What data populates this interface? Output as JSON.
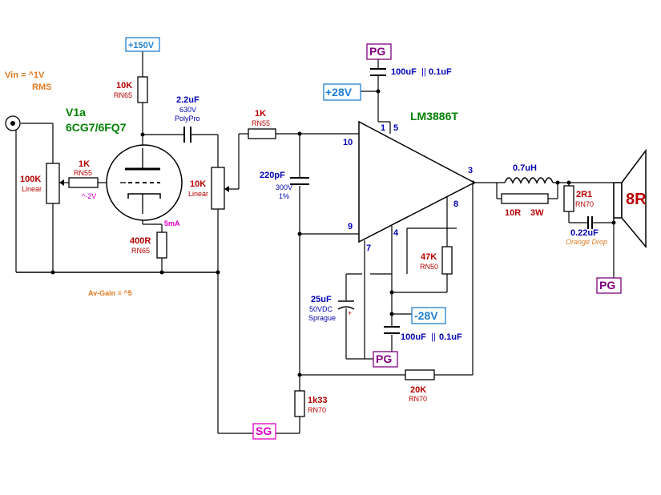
{
  "labels": {
    "vin_line1": "Vin = ^1V",
    "vin_line2": "RMS",
    "tube_name": "V1a",
    "tube_type": "6CG7/6FQ7",
    "supply_plus150": "+150V",
    "r_plate_value": "10K",
    "r_plate_type": "RN65",
    "c_couple_value": "2.2uF",
    "c_couple_volt": "630V",
    "c_couple_type": "PolyPro",
    "r_input_value": "100K",
    "r_input_type": "Linear",
    "r_grid_value": "1K",
    "r_grid_type": "RN55",
    "grid_bias": "^-2V",
    "tube_current": "5mA",
    "r_cathode_value": "400R",
    "r_cathode_type": "RN65",
    "pot_value": "10K",
    "pot_type": "Linear",
    "av_gain": "Av-Gain = ^5",
    "r_series_value": "1K",
    "r_series_type": "RN55",
    "c_filter_value": "220pF",
    "c_filter_volt": "300V",
    "c_filter_tol": "1%",
    "pg_top": "PG",
    "c_top_value": "100uF",
    "c_top_value2": "0.1uF",
    "supply_plus28": "+28V",
    "chip_name": "LM3886T",
    "pin_1": "1",
    "pin_5": "5",
    "pin_10": "10",
    "pin_3": "3",
    "pin_8": "8",
    "pin_9": "9",
    "pin_4": "4",
    "pin_7": "7",
    "inductor_value": "0.7uH",
    "r_zobel_l_value": "10R",
    "r_zobel_l_power": "3W",
    "r_zobel_value": "2R1",
    "r_zobel_type": "RN70",
    "c_zobel_value": "0.22uF",
    "c_zobel_type": "Orange Drop",
    "speaker_label": "8R",
    "pg_speaker": "PG",
    "r_mute_value": "47K",
    "r_mute_type": "RN50",
    "c_mute_value": "25uF",
    "c_mute_volt": "50VDC",
    "c_mute_type": "Sprague",
    "supply_minus28": "-28V",
    "c_bottom_value": "100uF",
    "c_bottom_value2": "0.1uF",
    "pg_bottom": "PG",
    "r_feedback_value": "20K",
    "r_feedback_type": "RN70",
    "r_gnd_value": "1k33",
    "r_gnd_type": "RN70",
    "sg_label": "SG"
  },
  "colors": {
    "dark_red": "#b80000",
    "blue": "#0000b4",
    "green": "#008000",
    "orange": "#e07a22",
    "magenta": "#e000c8",
    "purple": "#800080",
    "sky_blue": "#1f7fd0"
  }
}
